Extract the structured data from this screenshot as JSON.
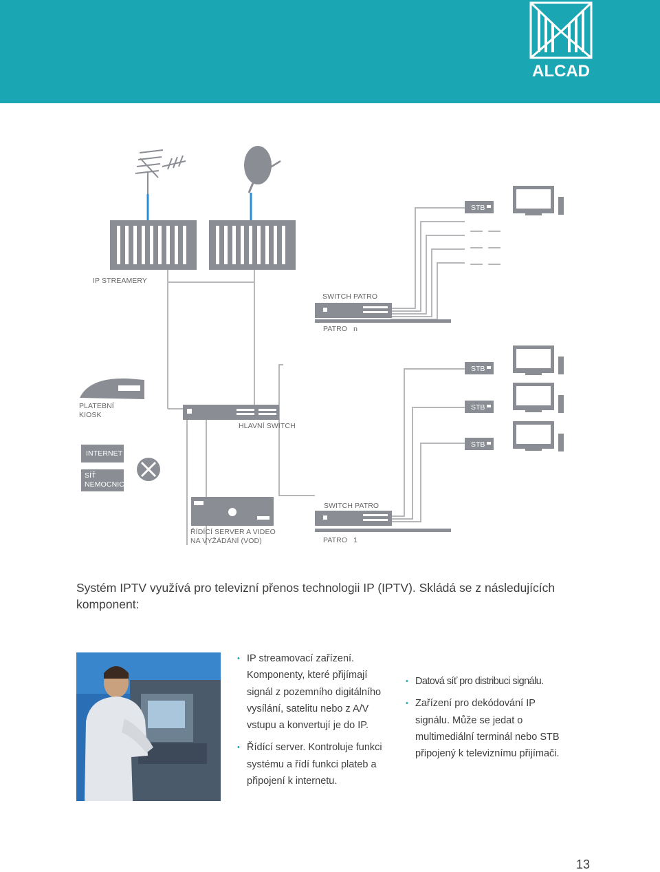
{
  "brand": {
    "name": "ALCAD",
    "header_color": "#1aa6b2"
  },
  "diagram": {
    "ip_streamers": "IP STREAMERY",
    "switch_floor_top": "SWITCH PATRO",
    "floor_n": "PATRO   n",
    "payment_kiosk": "PLATEBNÍ\nKIOSK",
    "main_switch": "HLAVNÍ SWITCH",
    "internet": "INTERNET",
    "hospital_network": "SÍŤ\nNEMOCNICE",
    "switch_floor_bottom": "SWITCH PATRO",
    "control_server": "ŘÍDÍCÍ SERVER A VIDEO\nNA VYŽÁDÁNÍ (VOD)",
    "floor_1": "PATRO   1",
    "stb": "STB"
  },
  "intro": "Systém IPTV využívá pro televizní přenos technologii IP (IPTV). Skládá se z následujících komponent:",
  "column1": {
    "item1": "IP streamovací zařízení. Komponenty, které přijímají signál z pozemního digitálního vysílání, satelitu nebo z A/V vstupu a konvertují  je do IP.",
    "item2": "Řídící server. Kontroluje funkci systému a řídí funkci plateb a připojení k internetu."
  },
  "column2": {
    "item1": "Datová síť pro distribuci signálu.",
    "item2": "Zařízení pro dekódování IP signálu. Může se jedat o multimediální terminál nebo STB připojený k televiznímu přijímači."
  },
  "page_number": "13"
}
